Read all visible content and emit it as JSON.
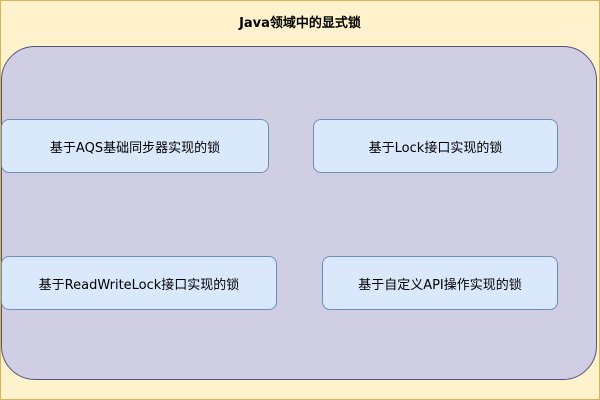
{
  "title": "Java领域中的显式锁",
  "nodes": {
    "aqs": "基于AQS基础同步器实现的锁",
    "lock": "基于Lock接口实现的锁",
    "readwrite": "基于ReadWriteLock接口实现的锁",
    "custom": "基于自定义API操作实现的锁"
  },
  "colors": {
    "frame_fill": "#fff2cc",
    "frame_border": "#d6b656",
    "group_fill": "#d0cee2",
    "group_border": "#56517e",
    "node_fill": "#dae8fc",
    "node_border": "#6c8ebf"
  }
}
